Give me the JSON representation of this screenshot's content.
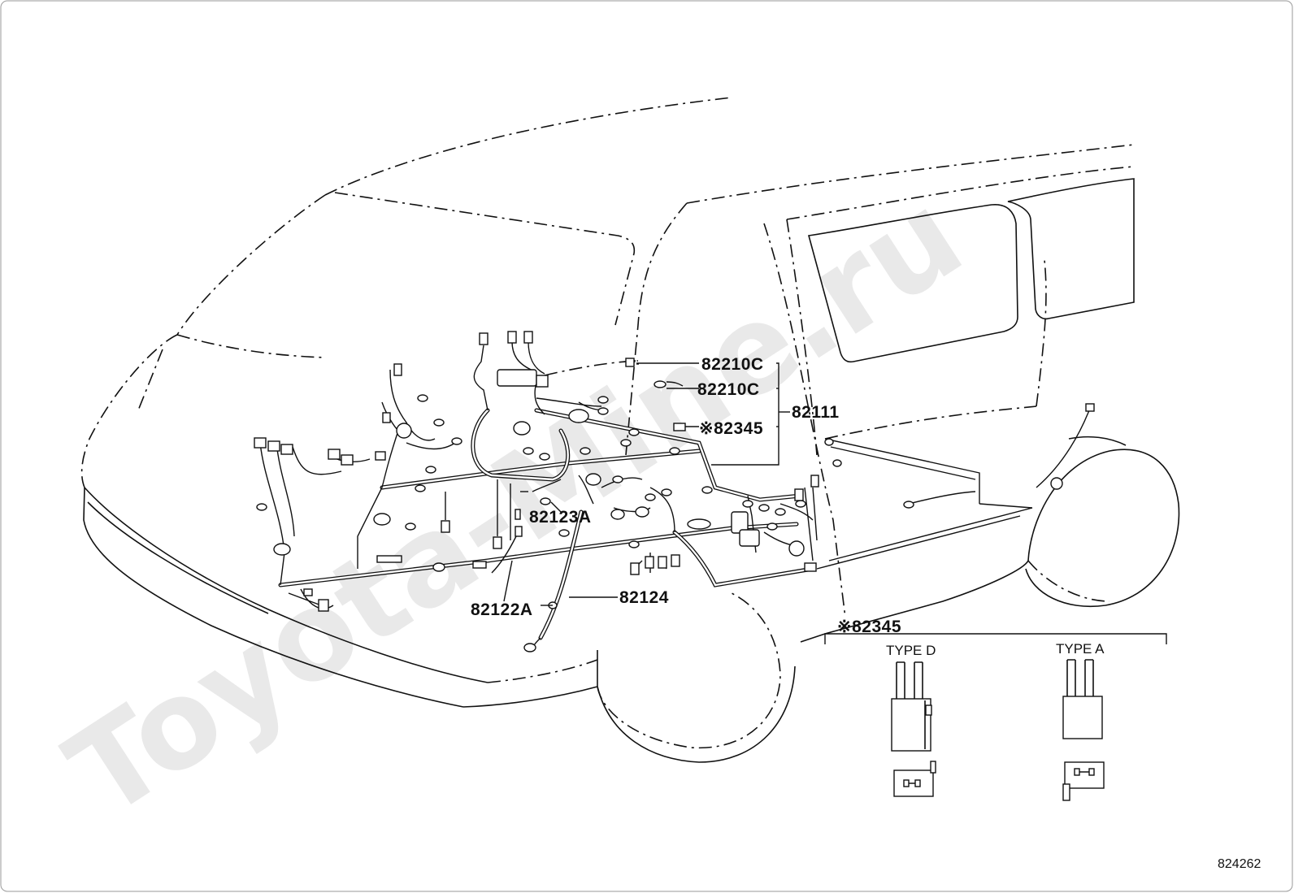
{
  "watermark": "Toyota-Mine.ru",
  "callouts": {
    "p82210c_a": "82210C",
    "p82210c_b": "82210C",
    "p82111": "82111",
    "p82345_star": "※82345",
    "p82123a": "82123A",
    "p82122a": "82122A",
    "p82124": "82124"
  },
  "detail": {
    "title": "※82345",
    "type_d_label": "TYPE D",
    "type_a_label": "TYPE A"
  },
  "figure_number": "824262"
}
